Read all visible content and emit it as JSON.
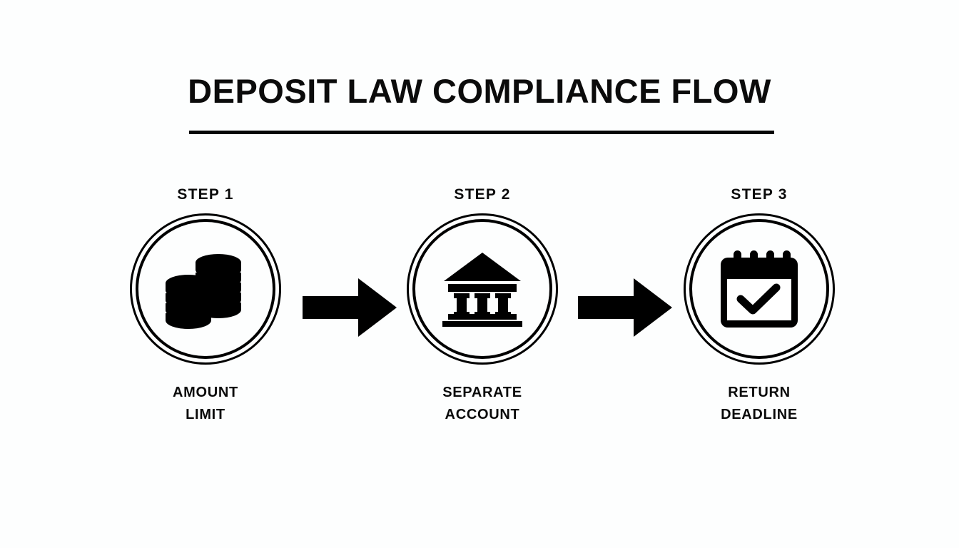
{
  "page": {
    "title": "DEPOSIT LAW COMPLIANCE FLOW",
    "background_color": "#fdfefe",
    "ink_color": "#000000"
  },
  "diagram": {
    "type": "process-flow",
    "orientation": "horizontal",
    "step_count": 3,
    "steps": [
      {
        "label": "STEP 1",
        "icon": "coins-icon",
        "caption_line_1": "AMOUNT",
        "caption_line_2": "LIMIT"
      },
      {
        "label": "STEP 2",
        "icon": "bank-icon",
        "caption_line_1": "SEPARATE",
        "caption_line_2": "ACCOUNT"
      },
      {
        "label": "STEP 3",
        "icon": "calendar-check-icon",
        "caption_line_1": "RETURN",
        "caption_line_2": "DEADLINE"
      }
    ],
    "connectors": [
      {
        "icon": "arrow-right-icon",
        "from": "STEP 1",
        "to": "STEP 2"
      },
      {
        "icon": "arrow-right-icon",
        "from": "STEP 2",
        "to": "STEP 3"
      }
    ]
  }
}
